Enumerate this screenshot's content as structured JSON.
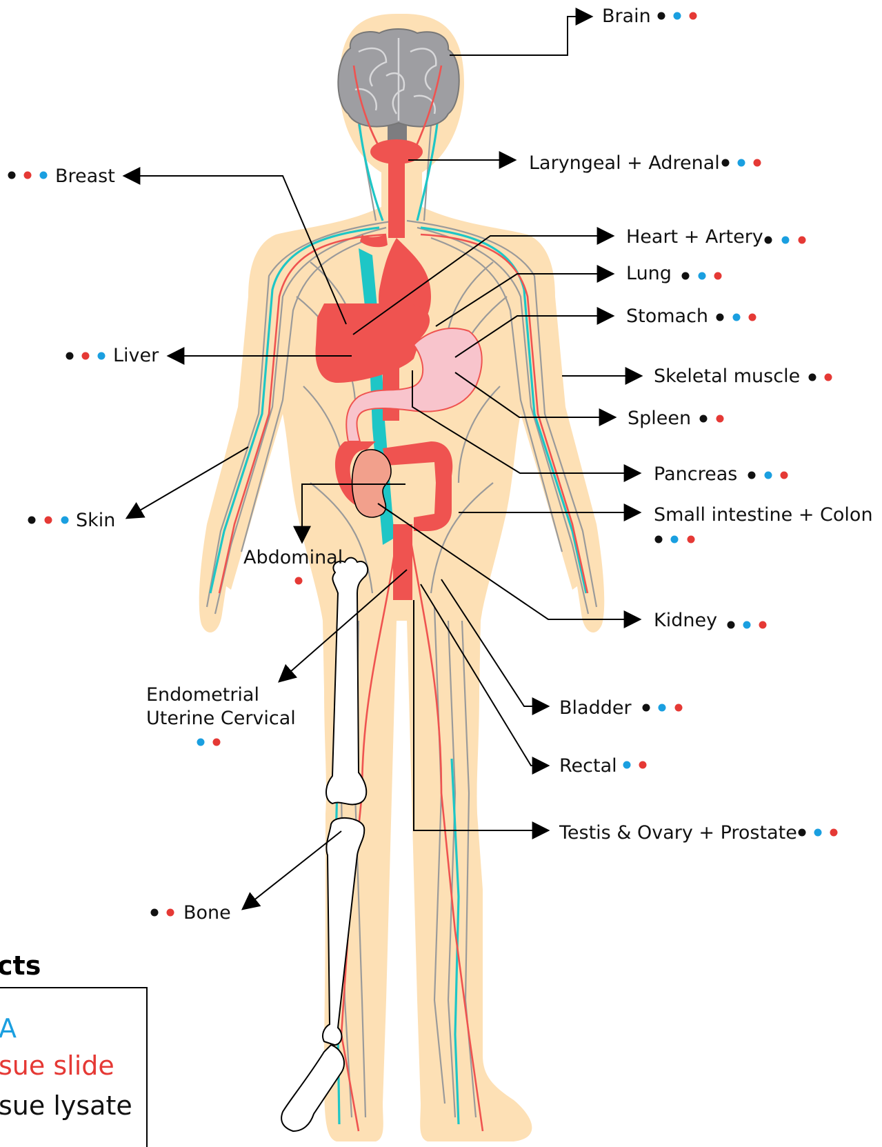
{
  "colors": {
    "skin": "#fde0b5",
    "organ": "#ef5350",
    "vein": "#1ec6c6",
    "nerve": "#9a9a9a",
    "brain": "#9e9ea2",
    "stomach": "#f8c4cc",
    "dot_black": "#111111",
    "dot_blue": "#1a9fe0",
    "dot_red": "#e53935"
  },
  "labels": {
    "brain": "Brain",
    "laryngeal": "Laryngeal + Adrenal",
    "breast": "Breast",
    "heart": "Heart + Artery",
    "lung": "Lung",
    "stomach": "Stomach",
    "liver": "Liver",
    "skeletal": "Skeletal muscle",
    "spleen": "Spleen",
    "pancreas": "Pancreas",
    "skin": "Skin",
    "small_intestine": "Small intestine + Colon",
    "abdominal": "Abdominal",
    "kidney": "Kidney",
    "endometrial_1": "Endometrial",
    "endometrial_2": "Uterine Cervical",
    "bladder": "Bladder",
    "rectal": "Rectal",
    "testis": "Testis & Ovary + Prostate",
    "bone": "Bone"
  },
  "legend": {
    "title": "cts",
    "item_blue": "A",
    "item_red": "sue slide",
    "item_black": "sue lysate"
  }
}
